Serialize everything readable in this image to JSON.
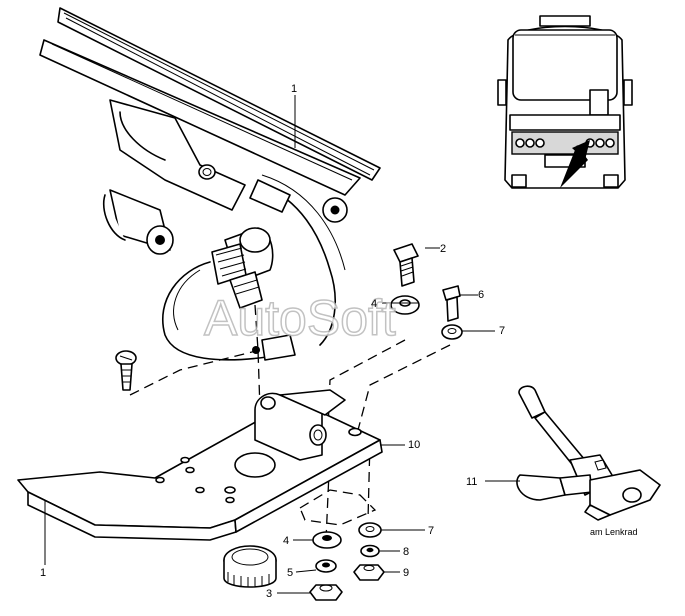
{
  "callouts": {
    "c1_pedal": "1",
    "c1_plate": "1",
    "c2": "2",
    "c3": "3",
    "c4_upper": "4",
    "c4_lower": "4",
    "c5": "5",
    "c6": "6",
    "c7_upper": "7",
    "c7_lower": "7",
    "c8": "8",
    "c9": "9",
    "c10": "10",
    "c11": "11"
  },
  "inset_note": "am Lenkrad",
  "watermark": "AutoSoft"
}
